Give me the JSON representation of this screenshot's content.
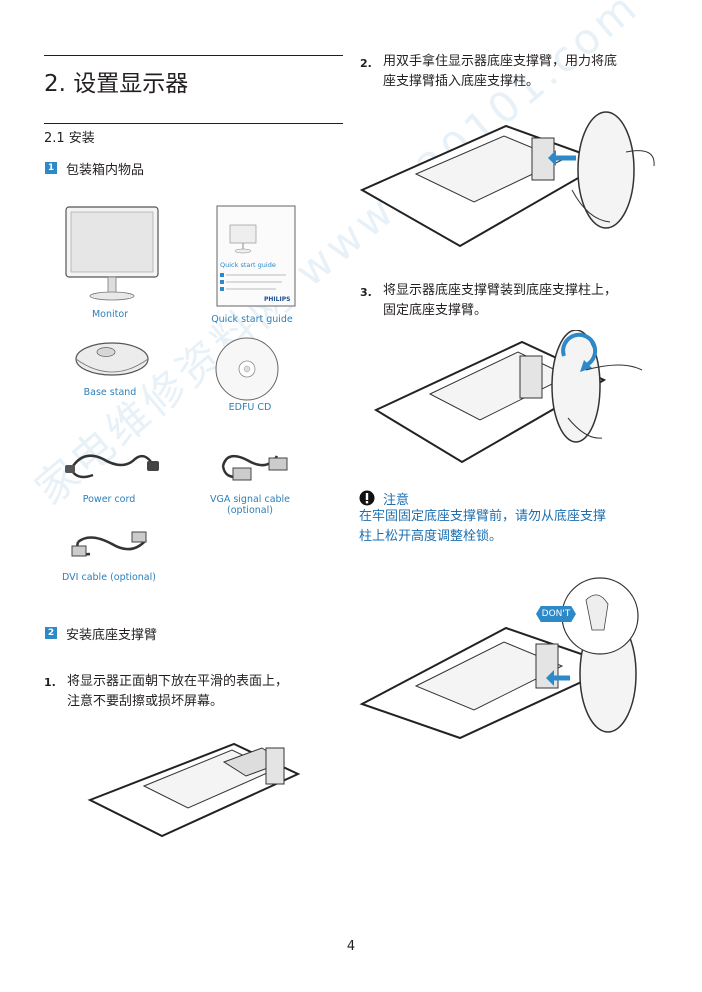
{
  "section_heading": "2. 设置显示器",
  "subsection_heading": "2.1  安装",
  "step1": {
    "badge": "1",
    "title": "包装箱内物品"
  },
  "contents": {
    "monitor": "Monitor",
    "quick_start": "Quick start guide",
    "base_stand": "Base stand",
    "edfu_cd": "EDFU CD",
    "power_cord": "Power cord",
    "vga_cable": "VGA signal cable (optional)",
    "dvi_cable": "DVI cable (optional)"
  },
  "guide_booklet": {
    "title": "Quick start guide",
    "brand": "PHILIPS"
  },
  "step2": {
    "badge": "2",
    "title": "安装底座支撑臂"
  },
  "instructions": [
    {
      "num": "1.",
      "text_line1": "将显示器正面朝下放在平滑的表面上，",
      "text_line2": "注意不要刮擦或损坏屏幕。"
    },
    {
      "num": "2.",
      "text_line1": "用双手拿住显示器底座支撑臂，用力将底",
      "text_line2": "座支撑臂插入底座支撑柱。"
    },
    {
      "num": "3.",
      "text_line1": "将显示器底座支撑臂装到底座支撑柱上，",
      "text_line2": "固定底座支撑臂。"
    }
  ],
  "note": {
    "title": "注意",
    "line1": "在牢固固定底座支撑臂前，请勿从底座支撑",
    "line2": "柱上松开高度调整栓锁。"
  },
  "dont_label": "DON'T",
  "page_number": "4",
  "watermark": "家电维修资料网 www.520101.com",
  "colors": {
    "accent": "#2d89c8",
    "caption": "#2d7fb8",
    "note": "#1d6fb0",
    "dont_bg": "#2d89c8"
  }
}
